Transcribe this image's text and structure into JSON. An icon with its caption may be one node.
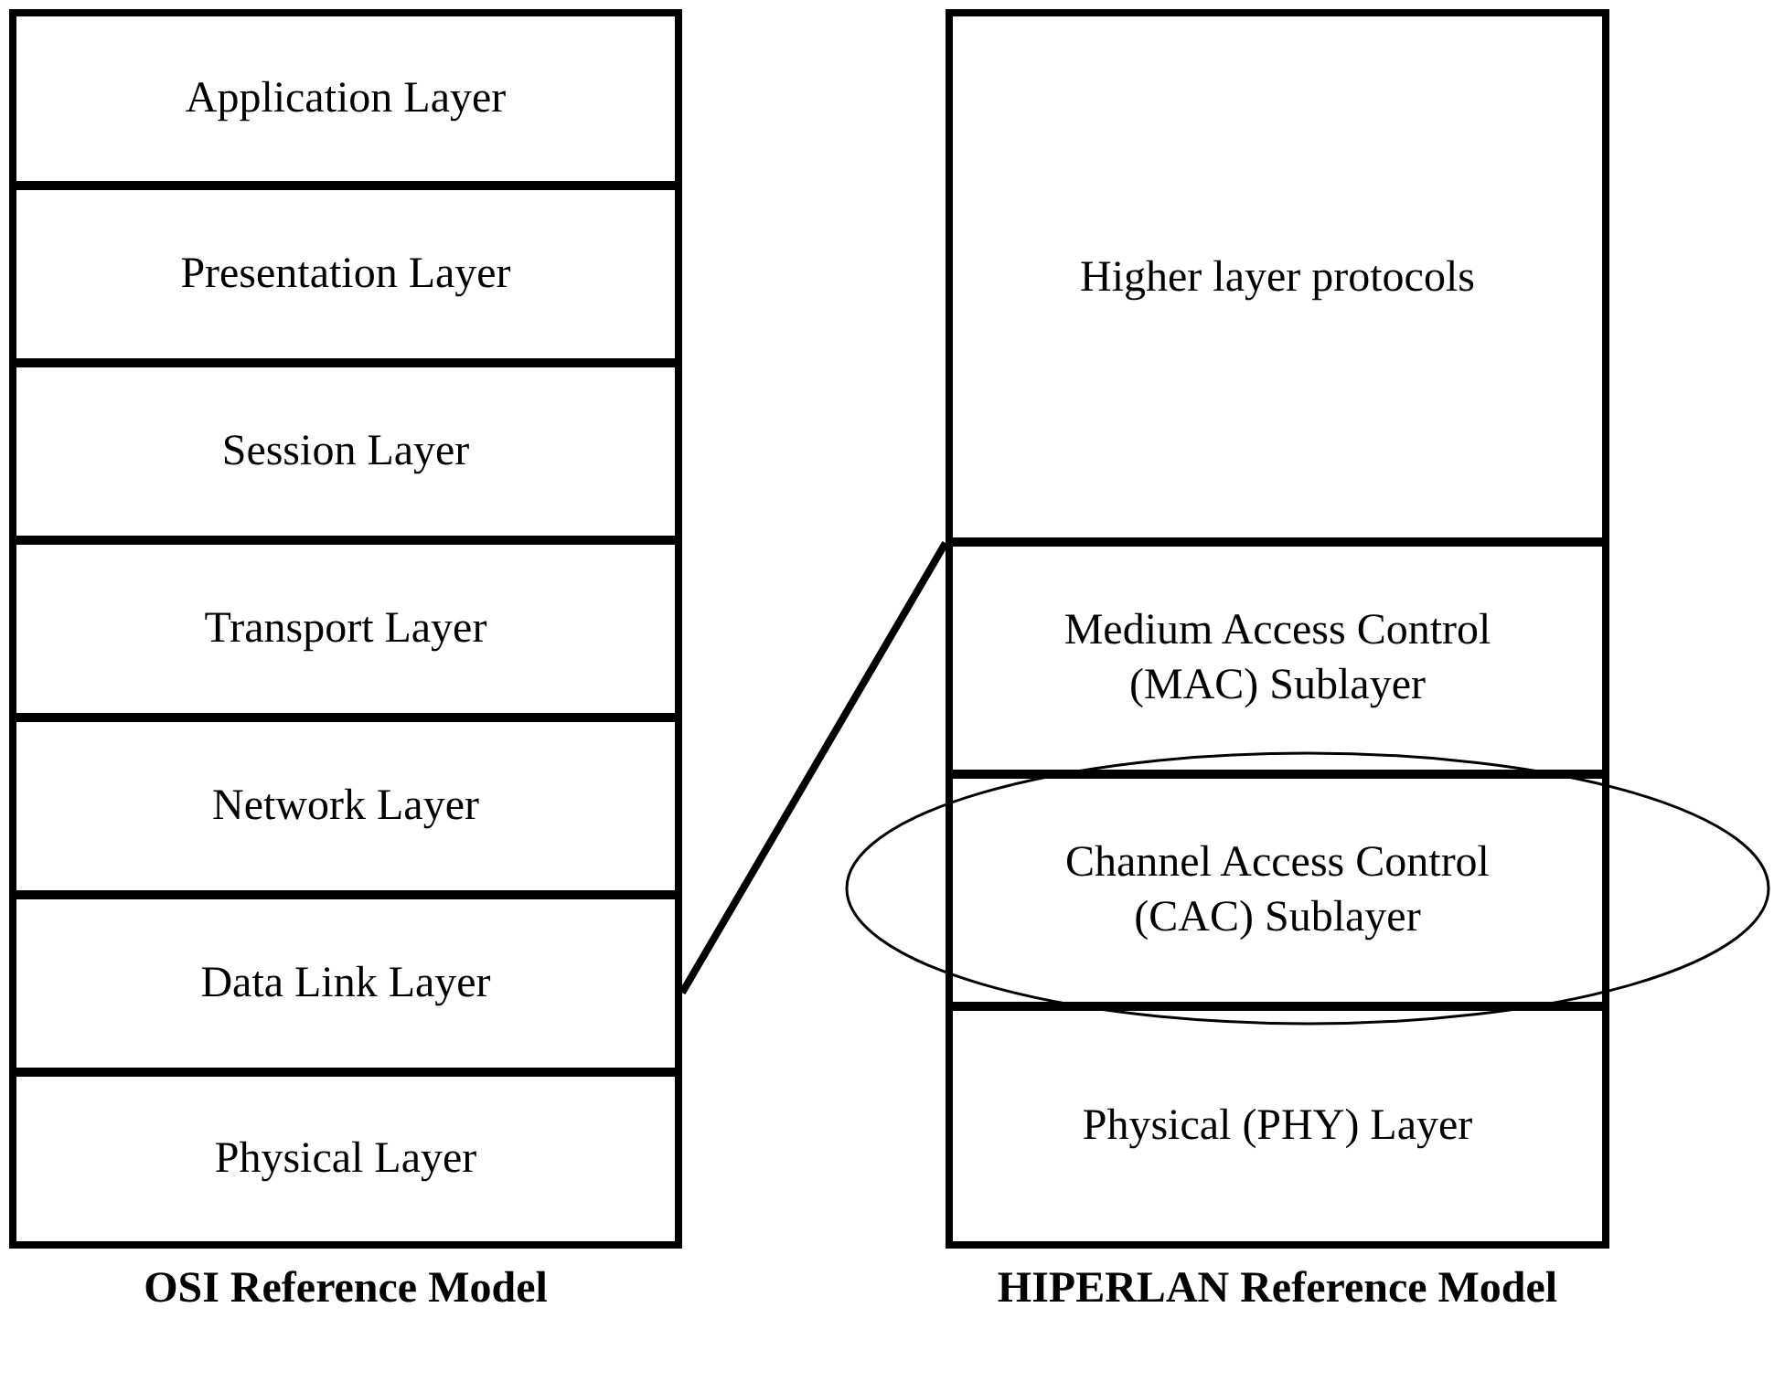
{
  "diagram": {
    "nodes": [
      {
        "text": [
          "OSI Reference Model"
        ]
      },
      {
        "text": [
          "Application Layer"
        ],
        "in": 0
      },
      {
        "text": [
          "Presentation Layer"
        ],
        "in": 0
      },
      {
        "text": [
          "Session Layer"
        ],
        "in": 0
      },
      {
        "text": [
          "Transport Layer"
        ],
        "in": 0
      },
      {
        "text": [
          "Network Layer"
        ],
        "in": 0
      },
      {
        "text": [
          "Data Link Layer"
        ],
        "in": 0
      },
      {
        "text": [
          "Physical Layer"
        ],
        "in": 0
      },
      {
        "text": [
          "HIPERLAN Reference Model"
        ]
      },
      {
        "text": [
          "Higher layer protocols"
        ],
        "in": 8
      },
      {
        "text": [
          "Medium Access Control (MAC) Sublayer"
        ],
        "in": 8
      },
      {
        "text": [
          "Channel Access Control (CAC) Sublayer"
        ],
        "in": 8
      },
      {
        "text": [
          "Physical (PHY) Layer"
        ],
        "in": 8
      }
    ],
    "edges": [
      {
        "from": 6,
        "to": 10,
        "arrow": "none"
      }
    ]
  }
}
